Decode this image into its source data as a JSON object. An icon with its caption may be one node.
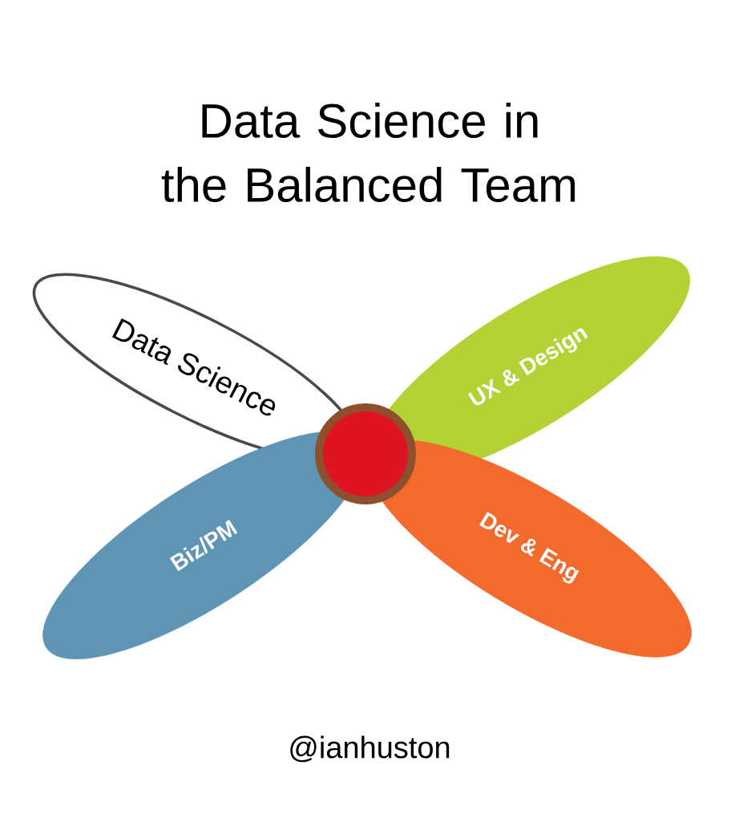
{
  "diagram": {
    "title": "Data Science in the Balanced Team",
    "nodes": [
      {
        "text": [
          "Data Science"
        ]
      },
      {
        "text": [
          "UX & Design"
        ]
      },
      {
        "text": [
          "Biz/PM"
        ]
      },
      {
        "text": [
          "Dev & Eng"
        ]
      },
      {
        "text": [],
        "shape": "circle"
      }
    ],
    "labels": [
      "@ianhuston"
    ]
  }
}
